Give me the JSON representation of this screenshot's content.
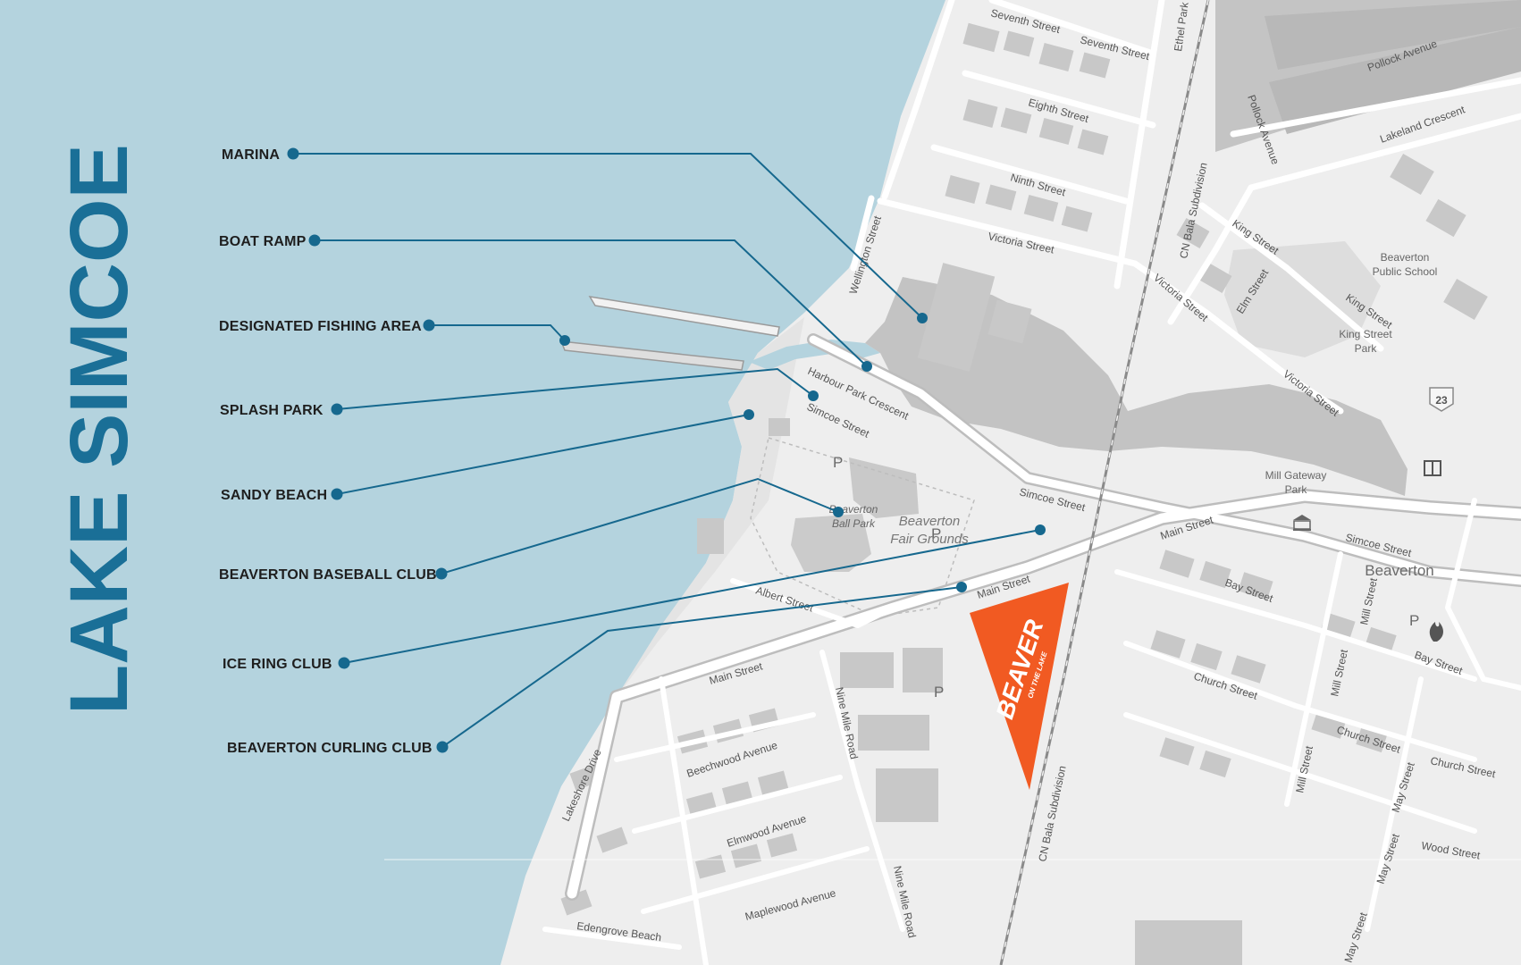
{
  "lake": {
    "name": "LAKE SIMCOE"
  },
  "colors": {
    "water": "#b4d3de",
    "land": "#eeeeee",
    "accent": "#16688e",
    "brand": "#f15a22"
  },
  "poi": [
    {
      "id": "marina",
      "label": "MARINA"
    },
    {
      "id": "boat-ramp",
      "label": "BOAT RAMP"
    },
    {
      "id": "fishing-area",
      "label": "DESIGNATED FISHING AREA"
    },
    {
      "id": "splash-park",
      "label": "SPLASH PARK"
    },
    {
      "id": "sandy-beach",
      "label": "SANDY BEACH"
    },
    {
      "id": "baseball-club",
      "label": "BEAVERTON BASEBALL CLUB"
    },
    {
      "id": "ice-ring-club",
      "label": "ICE RING CLUB"
    },
    {
      "id": "curling-club",
      "label": "BEAVERTON CURLING CLUB"
    }
  ],
  "streets": {
    "seventh_1": "Seventh Street",
    "seventh_2": "Seventh Street",
    "eighth": "Eighth Street",
    "ninth": "Ninth Street",
    "victoria_1": "Victoria Street",
    "victoria_2": "Victoria Street",
    "victoria_3": "Victoria Street",
    "wellington": "Wellington Street",
    "harbour": "Harbour Park Crescent",
    "simcoe_1": "Simcoe Street",
    "simcoe_2": "Simcoe Street",
    "simcoe_3": "Simcoe Street",
    "main_1": "Main Street",
    "main_2": "Main Street",
    "main_3": "Main Street",
    "albert": "Albert Street",
    "beechwood": "Beechwood Avenue",
    "elmwood": "Elmwood Avenue",
    "maplewood": "Maplewood Avenue",
    "nine_mile_1": "Nine Mile Road",
    "nine_mile_2": "Nine Mile Road",
    "lakeshore": "Lakeshore Drive",
    "edengrove": "Edengrove Beach",
    "cn_bala_1": "CN Bala Subdivision",
    "cn_bala_2": "CN Bala Subdivision",
    "ethel": "Ethel Park",
    "pollock_1": "Pollock Avenue",
    "pollock_2": "Pollock Avenue",
    "lakeland": "Lakeland Crescent",
    "king_1": "King Street",
    "king_2": "King Street",
    "elm": "Elm Street",
    "bay_1": "Bay Street",
    "bay_2": "Bay Street",
    "church_1": "Church Street",
    "church_2": "Church Street",
    "church_3": "Church Street",
    "mill_1": "Mill Street",
    "mill_2": "Mill Street",
    "mill_3": "Mill Street",
    "may_1": "May Street",
    "may_2": "May Street",
    "may_3": "May Street",
    "wood": "Wood Street"
  },
  "places": {
    "public_school": [
      "Beaverton",
      "Public School"
    ],
    "king_park": [
      "King Street",
      "Park"
    ],
    "mill_gateway": [
      "Mill Gateway",
      "Park"
    ],
    "ball_park": [
      "Beaverton",
      "Ball Park"
    ],
    "fair_grounds": [
      "Beaverton",
      "Fair Grounds"
    ],
    "town": "Beaverton",
    "route": "23",
    "parking": "P"
  },
  "brand": {
    "line1": "BEAVER",
    "line2": "ON THE LAKE"
  }
}
